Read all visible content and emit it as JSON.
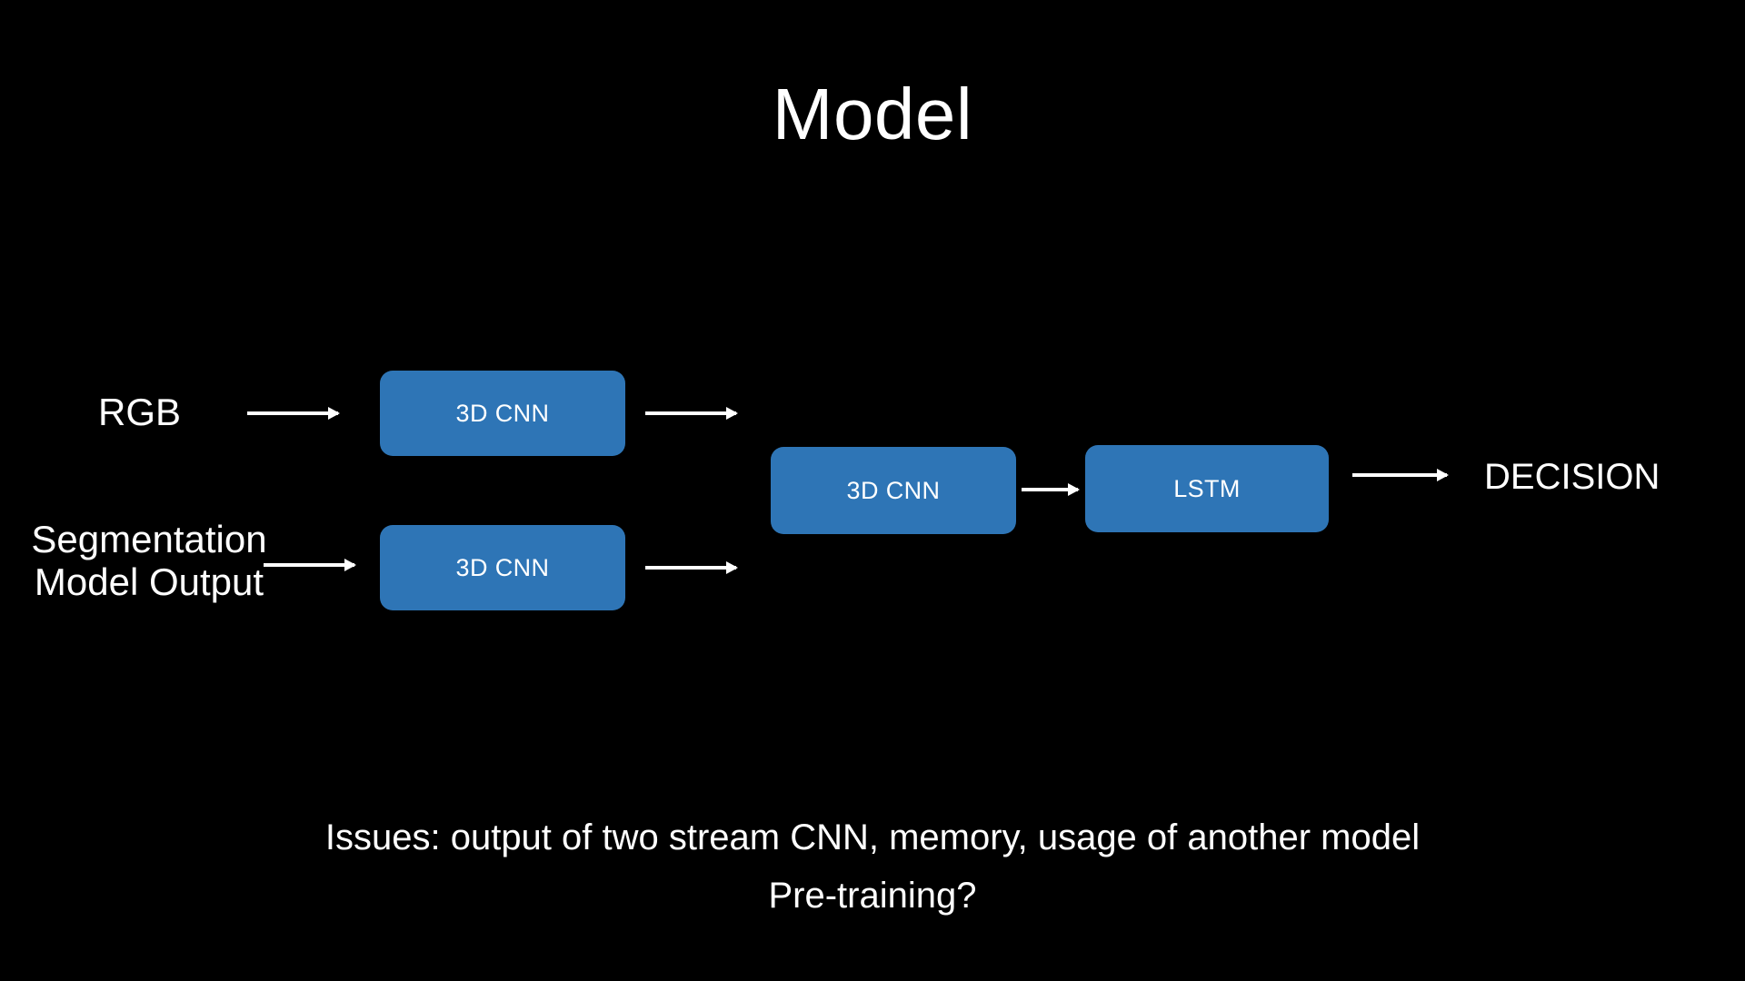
{
  "slide": {
    "title": "Model",
    "background_color": "#000000",
    "text_color": "#FFFFFF",
    "accent_color": "#2E75B6"
  },
  "diagram": {
    "inputs": {
      "rgb_label": "RGB",
      "segmentation_label": "Segmentation Model Output"
    },
    "boxes": [
      {
        "id": "cnn-rgb",
        "label": "3D CNN"
      },
      {
        "id": "cnn-seg",
        "label": "3D CNN"
      },
      {
        "id": "cnn-fuse",
        "label": "3D CNN"
      },
      {
        "id": "lstm",
        "label": "LSTM"
      }
    ],
    "output": {
      "decision_label": "DECISION"
    },
    "arrows": [
      {
        "id": "rgb-to-cnn",
        "from": "RGB",
        "to": "3D CNN"
      },
      {
        "id": "seg-to-cnn",
        "from": "Segmentation Model Output",
        "to": "3D CNN"
      },
      {
        "id": "cnn-rgb-out",
        "from": "3D CNN",
        "to": "3D CNN"
      },
      {
        "id": "cnn-seg-out",
        "from": "3D CNN",
        "to": "3D CNN"
      },
      {
        "id": "fuse-to-lstm",
        "from": "3D CNN",
        "to": "LSTM"
      },
      {
        "id": "lstm-to-dec",
        "from": "LSTM",
        "to": "DECISION"
      }
    ]
  },
  "footer": {
    "line1": "Issues: output of two stream CNN, memory, usage of another model",
    "line2": "Pre-training?"
  }
}
